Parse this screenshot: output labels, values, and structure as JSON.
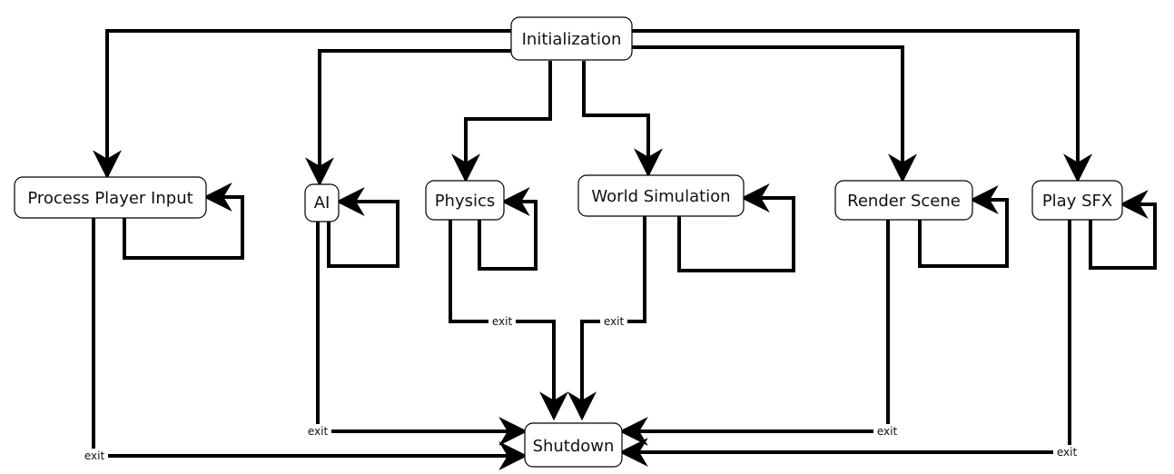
{
  "nodes": {
    "initialization": "Initialization",
    "process_player_input": "Process Player Input",
    "ai": "AI",
    "physics": "Physics",
    "world_simulation": "World Simulation",
    "render_scene": "Render Scene",
    "play_sfx": "Play SFX",
    "shutdown": "Shutdown"
  },
  "edge_labels": {
    "exit": "exit"
  }
}
